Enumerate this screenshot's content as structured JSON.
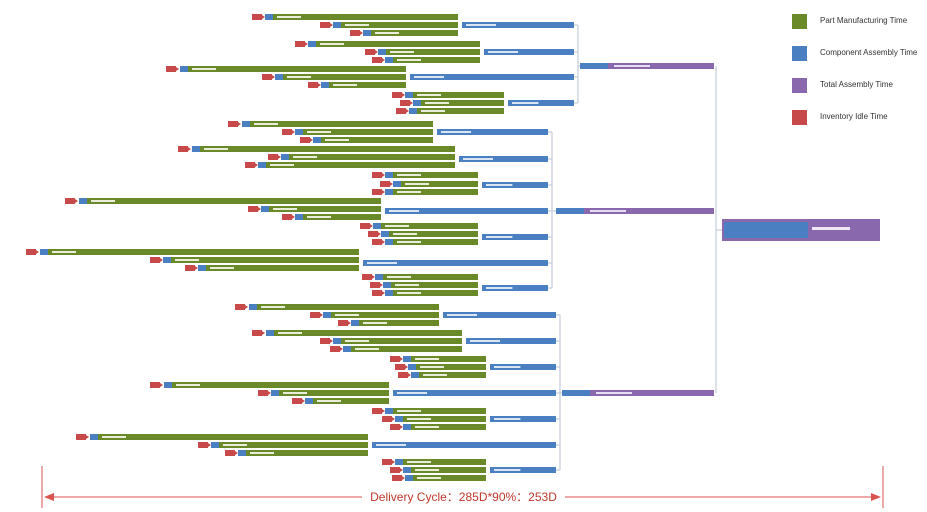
{
  "colors": {
    "part_manufacturing": "#6a8a2a",
    "component_assembly": "#4a7fc1",
    "total_assembly": "#8a68ad",
    "inventory_idle": "#c8494a",
    "cycle_line": "#d9534f",
    "connector": "#b9c3d3"
  },
  "legend": [
    {
      "key": "part_manufacturing",
      "label": "Part Manufacturing Time"
    },
    {
      "key": "component_assembly",
      "label": "Component Assembly Time"
    },
    {
      "key": "total_assembly",
      "label": "Total Assembly Time"
    },
    {
      "key": "inventory_idle",
      "label": "Inventory Idle Time"
    }
  ],
  "delivery_cycle": {
    "label": "Delivery Cycle：285D*90%：253D"
  }
}
